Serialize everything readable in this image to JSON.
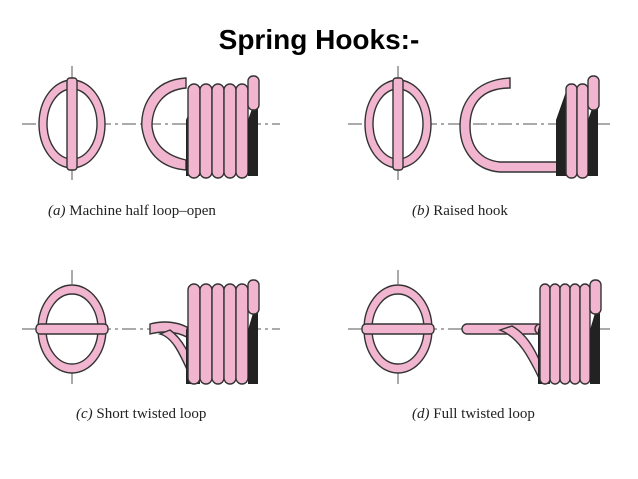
{
  "title": "Spring Hooks:-",
  "captions": [
    {
      "letter": "(a)",
      "text": " Machine half loop–open"
    },
    {
      "letter": "(b)",
      "text": " Raised hook"
    },
    {
      "letter": "(c)",
      "text": " Short twisted loop"
    },
    {
      "letter": "(d)",
      "text": " Full twisted loop"
    }
  ],
  "colors": {
    "wire": "#f2b5cf",
    "outline": "#333333",
    "centerline": "#555555",
    "shadow": "#222222"
  }
}
